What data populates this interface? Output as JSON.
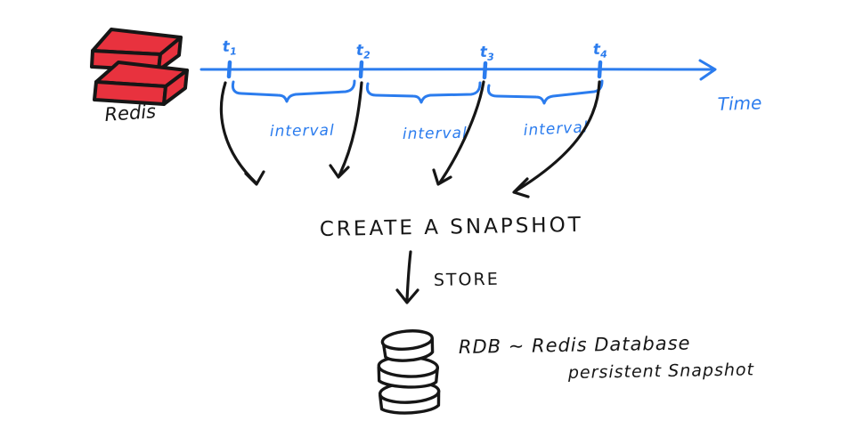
{
  "colors": {
    "ink": "#161616",
    "blue": "#2b7cee",
    "red": "#e8323e"
  },
  "redis": {
    "label": "Redis"
  },
  "timeline": {
    "time_label": "Time",
    "ticks": [
      {
        "base": "t",
        "sub": "1"
      },
      {
        "base": "t",
        "sub": "2"
      },
      {
        "base": "t",
        "sub": "3"
      },
      {
        "base": "t",
        "sub": "4"
      }
    ]
  },
  "intervals": [
    {
      "label": "interval"
    },
    {
      "label": "interval"
    },
    {
      "label": "interval"
    }
  ],
  "flow": {
    "create_snapshot": "CREATE A SNAPSHOT",
    "store": "STORE"
  },
  "rdb": {
    "line1": "RDB ~ Redis Database",
    "line2": "persistent Snapshot"
  }
}
